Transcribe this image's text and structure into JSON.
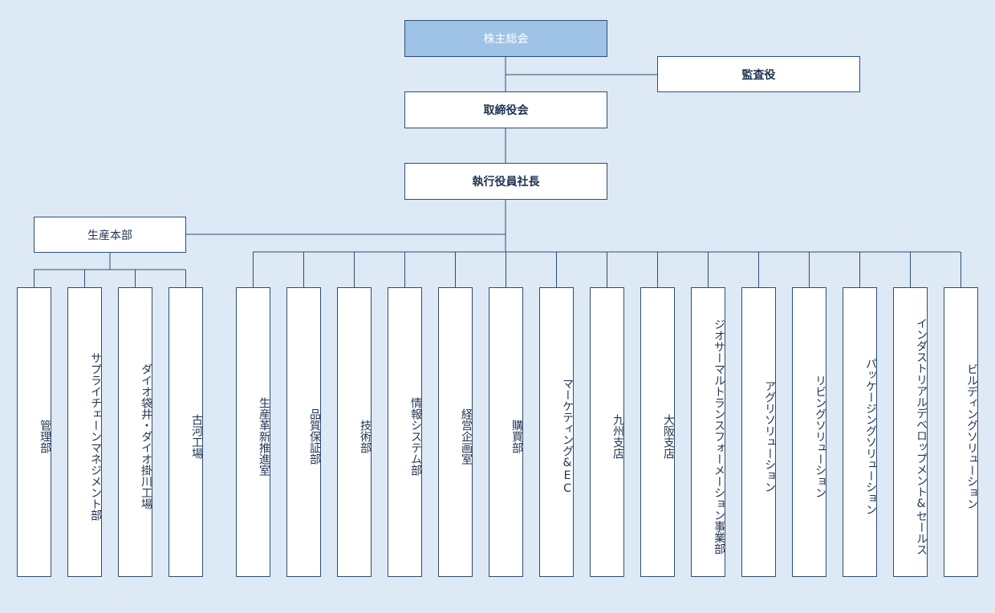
{
  "top": {
    "shareholders": "株主総会",
    "auditor": "監査役",
    "board": "取締役会",
    "president": "執行役員社長",
    "production_hq": "生産本部"
  },
  "production_units": [
    "管理部",
    "サプライチェーンマネジメント部",
    "ダイオ袋井・ダイオ掛川工場",
    "古河工場"
  ],
  "departments": [
    "生産革新推進室",
    "品質保証部",
    "技術部",
    "情報システム部",
    "経営企画室",
    "購買部",
    "マーケティング&EC",
    "九州支店",
    "大阪支店",
    "ジオサーマルトランスフォーメーション事業部",
    "アグリソリューション",
    "リビングソリューション",
    "パッケージングソリューション",
    "インダストリアルデベロップメント&セールス",
    "ビルディングソリューション"
  ],
  "colors": {
    "background": "#dde9f5",
    "top_box": "#9ec3e6",
    "line": "#2f4e73",
    "text": "#1f3350"
  }
}
